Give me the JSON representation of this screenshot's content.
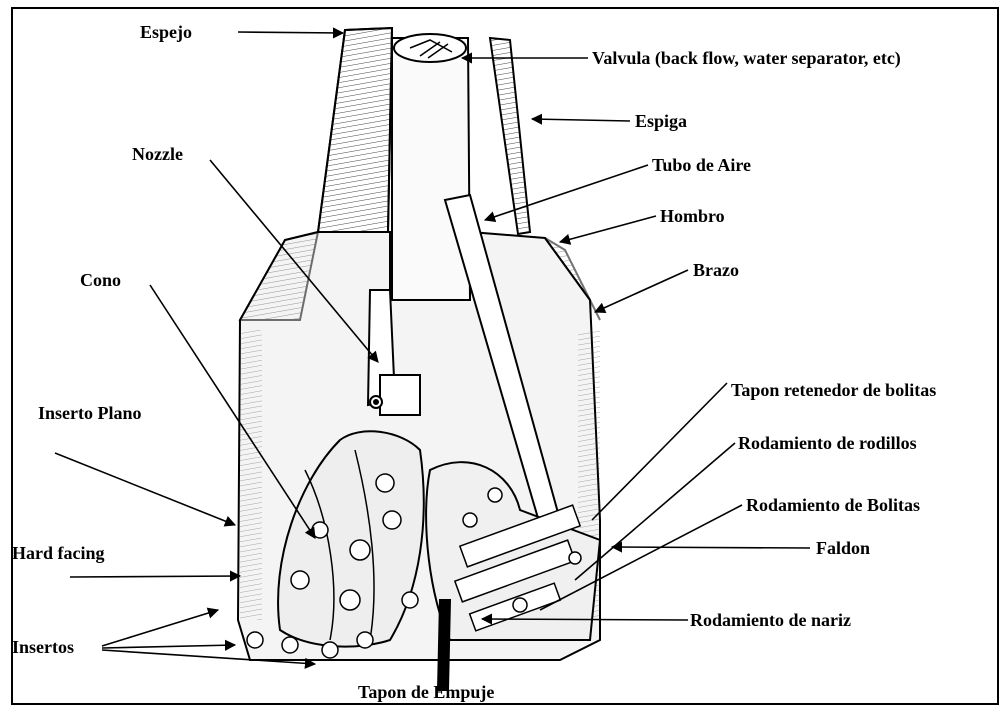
{
  "labels": {
    "espejo": "Espejo",
    "valvula": "Valvula (back flow, water separator, etc)",
    "espiga": "Espiga",
    "nozzle": "Nozzle",
    "tubo_aire": "Tubo de Aire",
    "hombro": "Hombro",
    "cono": "Cono",
    "brazo": "Brazo",
    "tapon_retenedor": "Tapon  retenedor de bolitas",
    "inserto_plano": "Inserto Plano",
    "rod_rodillos": "Rodamiento de rodillos",
    "rod_bolitas": "Rodamiento de Bolitas",
    "hard_facing": "Hard facing",
    "faldon": "Faldon",
    "rod_nariz": "Rodamiento de nariz",
    "insertos": "Insertos",
    "tapon_empuje": "Tapon de Empuje"
  },
  "colors": {
    "ink": "#000000",
    "paper": "#ffffff",
    "steel": "#f4f4f4"
  }
}
